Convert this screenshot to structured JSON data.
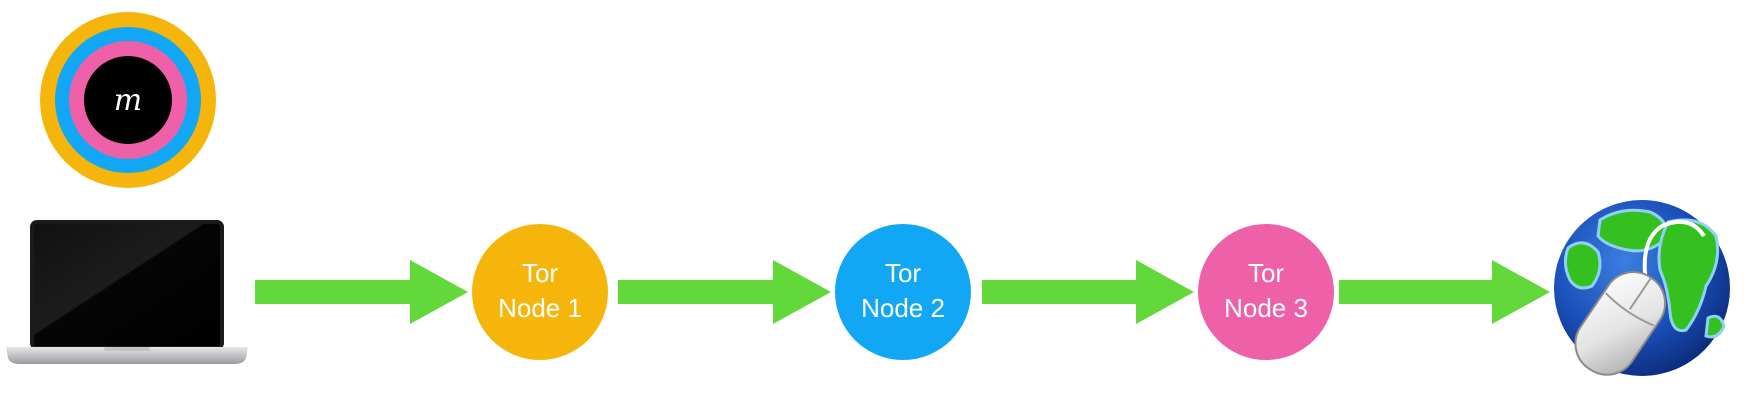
{
  "diagram": {
    "message": {
      "glyph": "m",
      "layers": [
        {
          "name": "layer-node-1",
          "color": "#F6B50A"
        },
        {
          "name": "layer-node-2",
          "color": "#12A7F5"
        },
        {
          "name": "layer-node-3",
          "color": "#EE60A8"
        }
      ],
      "core_color": "#000000"
    },
    "client_icon": "laptop-icon",
    "destination_icon": "globe-with-mouse-icon",
    "arrow_color": "#62D83A",
    "nodes": [
      {
        "line1": "Tor",
        "line2": "Node 1",
        "color": "#F6B50A"
      },
      {
        "line1": "Tor",
        "line2": "Node 2",
        "color": "#12A7F5"
      },
      {
        "line1": "Tor",
        "line2": "Node 3",
        "color": "#EE60A8"
      }
    ]
  }
}
